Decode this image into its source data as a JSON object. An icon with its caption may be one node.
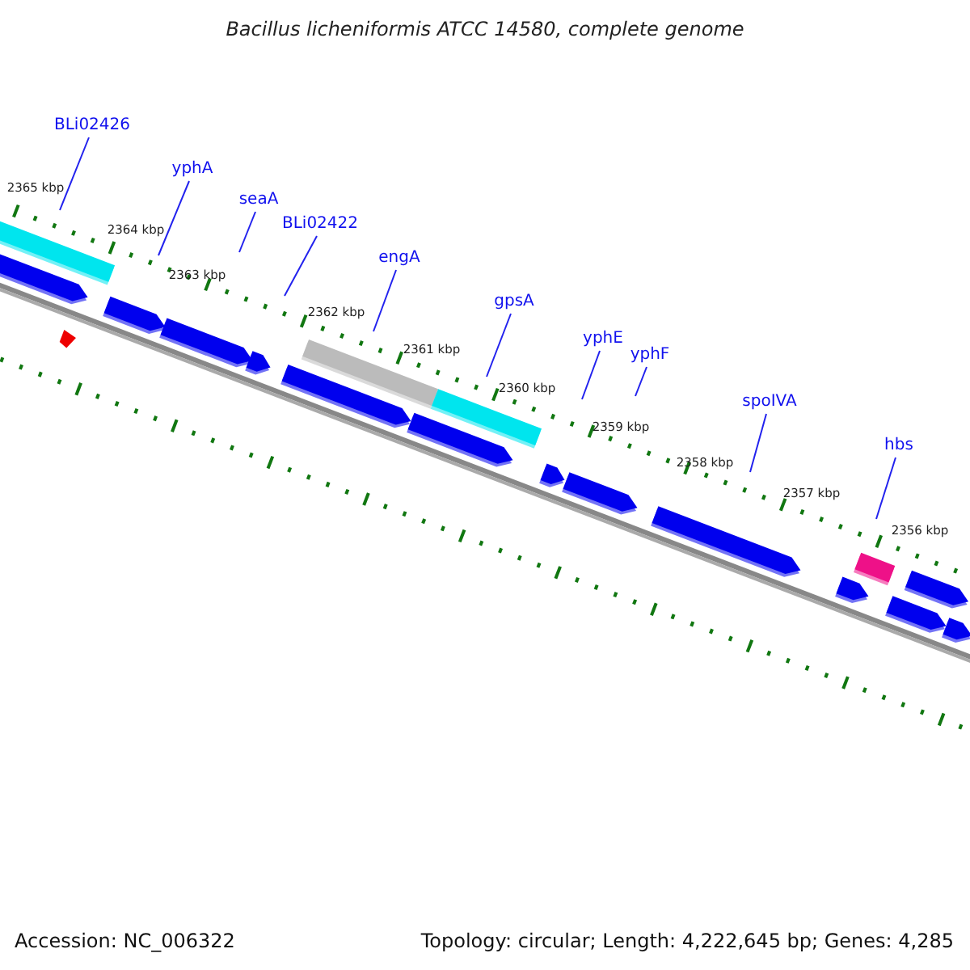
{
  "diagram": {
    "title": "Bacillus licheniformis ATCC 14580, complete genome",
    "nodes": [
      {
        "text": [
          "BLi02426"
        ]
      },
      {
        "text": [
          "yphA"
        ]
      },
      {
        "text": [
          "seaA"
        ]
      },
      {
        "text": [
          "BLi02422"
        ]
      },
      {
        "text": [
          "engA"
        ]
      },
      {
        "text": [
          "gpsA"
        ]
      },
      {
        "text": [
          "yphE"
        ]
      },
      {
        "text": [
          "yphF"
        ]
      },
      {
        "text": [
          "spoIVA"
        ]
      },
      {
        "text": [
          "hbs"
        ]
      }
    ],
    "edges": [
      {
        "from": 0,
        "to": null,
        "arrow": "none"
      },
      {
        "from": 1,
        "to": null,
        "arrow": "none"
      },
      {
        "from": 2,
        "to": null,
        "arrow": "none"
      },
      {
        "from": 3,
        "to": null,
        "arrow": "none"
      },
      {
        "from": 4,
        "to": null,
        "arrow": "none"
      },
      {
        "from": 5,
        "to": null,
        "arrow": "none"
      },
      {
        "from": 6,
        "to": null,
        "arrow": "none"
      },
      {
        "from": 7,
        "to": null,
        "arrow": "none"
      },
      {
        "from": 8,
        "to": null,
        "arrow": "none"
      },
      {
        "from": 9,
        "to": null,
        "arrow": "none"
      }
    ],
    "labels": [
      "2365 kbp",
      "2364 kbp",
      "2363 kbp",
      "2362 kbp",
      "2361 kbp",
      "2360 kbp",
      "2359 kbp",
      "2358 kbp",
      "2357 kbp",
      "2356 kbp",
      "Accession: NC_006322",
      "Topology: circular; Length: 4,222,645 bp; Genes: 4,285"
    ]
  }
}
